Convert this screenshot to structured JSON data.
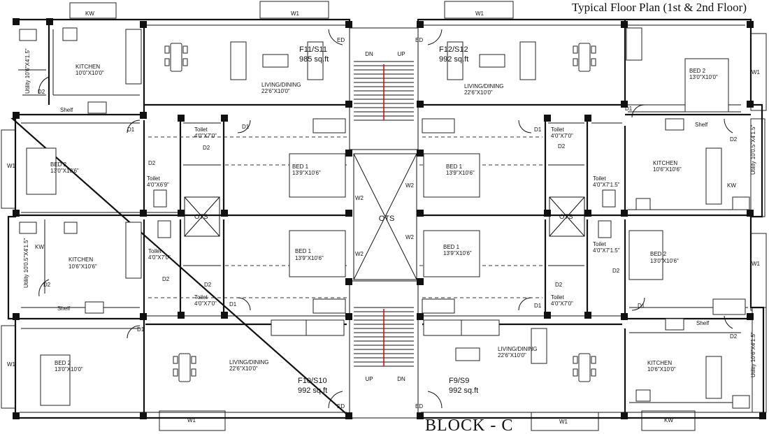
{
  "title": "Typical Floor Plan (1st & 2nd Floor)",
  "block_label": "BLOCK - C",
  "shaft_label": "OTS",
  "units": [
    {
      "name": "F11/S11",
      "area": "985 sq.ft"
    },
    {
      "name": "F12/S12",
      "area": "992 sq.ft"
    },
    {
      "name": "F10/S10",
      "area": "992 sq.ft"
    },
    {
      "name": "F9/S9",
      "area": "992 sq.ft"
    }
  ],
  "rooms": {
    "kitchen_tl": {
      "name": "KITCHEN",
      "size": "10'0\"X10'0\""
    },
    "kitchen_tr": {
      "name": "KITCHEN",
      "size": "10'6\"X10'6\""
    },
    "kitchen_ml": {
      "name": "KITCHEN",
      "size": "10'6\"X10'6\""
    },
    "kitchen_br": {
      "name": "KITCHEN",
      "size": "10'6\"X10'0\""
    },
    "living_tl": {
      "name": "LIVING/DINING",
      "size": "22'6\"X10'0\""
    },
    "living_tr": {
      "name": "LIVING/DINING",
      "size": "22'6\"X10'0\""
    },
    "living_bl": {
      "name": "LIVING/DINING",
      "size": "22'6\"X10'0\""
    },
    "living_br": {
      "name": "LIVING/DINING",
      "size": "22'6\"X10'0\""
    },
    "bed2_tl": {
      "name": "BED 2",
      "size": "13'0\"X10'6\""
    },
    "bed2_tr": {
      "name": "BED 2",
      "size": "13'0\"X10'0\""
    },
    "bed2_bl": {
      "name": "BED 2",
      "size": "13'0\"X10'0\""
    },
    "bed2_mr": {
      "name": "BED 2",
      "size": "13'0\"X10'6\""
    },
    "bed1_tl": {
      "name": "BED 1",
      "size": "13'9\"X10'6\""
    },
    "bed1_tr": {
      "name": "BED 1",
      "size": "13'9\"X10'6\""
    },
    "bed1_bl": {
      "name": "BED 1",
      "size": "13'9\"X10'6\""
    },
    "bed1_br": {
      "name": "BED 1",
      "size": "13'9\"X10'6\""
    },
    "toilet_a": {
      "name": "Toilet",
      "size": "4'0\"X7'0\""
    },
    "toilet_b": {
      "name": "Toilet",
      "size": "4'0\"X6'9\""
    },
    "toilet_c": {
      "name": "Toilet",
      "size": "4'0\"X7'0\""
    },
    "toilet_d": {
      "name": "Toilet",
      "size": "4'0\"X7'1.5\""
    },
    "toilet_e": {
      "name": "Toilet",
      "size": "4'0\"X7'0\""
    },
    "toilet_f": {
      "name": "Toilet",
      "size": "4'0\"X7'0\""
    },
    "toilet_g": {
      "name": "Toilet",
      "size": "4'0\"X7'1.5\""
    },
    "toilet_h": {
      "name": "Toilet",
      "size": "4'0\"X7'0\""
    }
  },
  "utility": {
    "tl": "Utility 10'6\"X4'1.5\"",
    "ml": "Utility 10'0.5\"X4'1.5\"",
    "tr": "Utility 10'0.5\"X4'1.5\"",
    "br": "Utility 10'6\"X4'1.5\""
  },
  "tags": {
    "shelf": "Shelf",
    "window": "W1",
    "kitchen_window": "KW",
    "ed": "ED",
    "d1": "D1",
    "d2": "D2",
    "w2": "W2",
    "up": "UP",
    "dn": "DN"
  }
}
